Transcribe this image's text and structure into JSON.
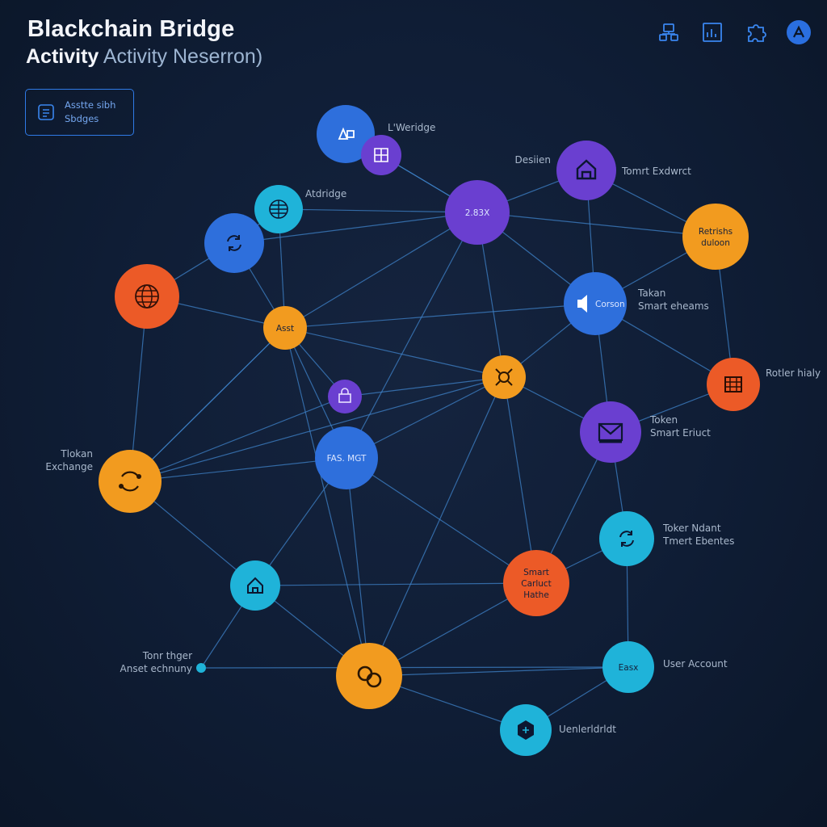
{
  "header": {
    "title": "Blackchain Bridge",
    "subtitle_strong": "Activity",
    "subtitle_rest": " Activity Neserron)"
  },
  "toolbar": {
    "icons": [
      "network-icon",
      "dashboard-icon",
      "puzzle-icon",
      "profile-icon"
    ]
  },
  "legend": {
    "line1": "Asstte sibh",
    "line2": "Sbdges"
  },
  "colors": {
    "background": "#0f1d35",
    "edge": "#3f83c9",
    "blue": "#2e6fdc",
    "purple": "#6a3fd0",
    "orange": "#f29b1f",
    "red_orange": "#ec5a27",
    "cyan": "#1fb3d9"
  },
  "nodes": [
    {
      "id": "n1",
      "color": "blue",
      "icon": "shapes-icon",
      "inner": "",
      "label_lines": [
        "L'Weridge"
      ]
    },
    {
      "id": "n2",
      "color": "purple",
      "icon": "grid-icon",
      "inner": "",
      "label_lines": []
    },
    {
      "id": "n3",
      "color": "purple",
      "icon": "",
      "inner": "2.83X",
      "label_lines": []
    },
    {
      "id": "n4",
      "color": "purple",
      "icon": "vault-icon",
      "inner": "",
      "label_lines": [
        "Desiien"
      ]
    },
    {
      "id": "n4b",
      "color": "purple",
      "icon": "",
      "inner": "",
      "label_lines": [
        "Tomrt Exdwrct"
      ]
    },
    {
      "id": "n5",
      "color": "orange",
      "icon": "",
      "inner_lines": [
        "Retrishs",
        "duloon"
      ],
      "label_lines": []
    },
    {
      "id": "n6",
      "color": "cyan",
      "icon": "globe-grid-icon",
      "inner": "",
      "label_lines": [
        "Atdridge"
      ]
    },
    {
      "id": "n7",
      "color": "blue",
      "icon": "refresh-icon",
      "inner": "",
      "label_lines": []
    },
    {
      "id": "n8",
      "color": "red_orange",
      "icon": "globe-icon",
      "inner": "",
      "label_lines": []
    },
    {
      "id": "n9",
      "color": "orange",
      "icon": "",
      "inner": "Asst",
      "label_lines": []
    },
    {
      "id": "n10",
      "color": "blue",
      "icon": "speaker-icon",
      "inner": "Corson",
      "label_lines": [
        "Takan",
        "Smart eheams"
      ]
    },
    {
      "id": "n11",
      "color": "orange",
      "icon": "target-icon",
      "inner": "",
      "label_lines": []
    },
    {
      "id": "n12",
      "color": "red_orange",
      "icon": "chip-icon",
      "inner": "",
      "label_lines": [
        "Rotler hialy"
      ]
    },
    {
      "id": "n13",
      "color": "purple",
      "icon": "lock-icon",
      "inner": "",
      "label_lines": []
    },
    {
      "id": "n14",
      "color": "purple",
      "icon": "envelope-icon",
      "inner": "",
      "label_lines": [
        "Token",
        "Smart Eriuct"
      ]
    },
    {
      "id": "n15",
      "color": "orange",
      "icon": "cycle-icon",
      "inner": "",
      "label_lines": [
        "Tlokan",
        "Exchange"
      ]
    },
    {
      "id": "n16",
      "color": "blue",
      "icon": "",
      "inner": "FAS. MGT",
      "label_lines": []
    },
    {
      "id": "n17",
      "color": "cyan",
      "icon": "refresh-icon",
      "inner": "",
      "label_lines": [
        "Toker Ndant",
        "Tmert Ebentes"
      ]
    },
    {
      "id": "n18",
      "color": "cyan",
      "icon": "home-icon",
      "inner": "",
      "label_lines": []
    },
    {
      "id": "n19",
      "color": "red_orange",
      "icon": "",
      "inner_lines": [
        "Smart",
        "Carluct",
        "Hathe"
      ],
      "label_lines": []
    },
    {
      "id": "n20",
      "color": "cyan",
      "icon": "",
      "inner": "Easx",
      "label_lines": []
    },
    {
      "id": "n20b",
      "color": "cyan",
      "icon": "",
      "inner": "",
      "label_lines": [
        "User Account"
      ]
    },
    {
      "id": "n21",
      "color": "cyan",
      "icon": "",
      "inner": "",
      "label_lines": [
        "Tonr thger",
        "Anset echnuny"
      ]
    },
    {
      "id": "n22",
      "color": "orange",
      "icon": "link-icon",
      "inner": "",
      "label_lines": []
    },
    {
      "id": "n23",
      "color": "cyan",
      "icon": "hexagon-icon",
      "inner": "",
      "label_lines": [
        "Uenlerldrldt"
      ]
    }
  ]
}
